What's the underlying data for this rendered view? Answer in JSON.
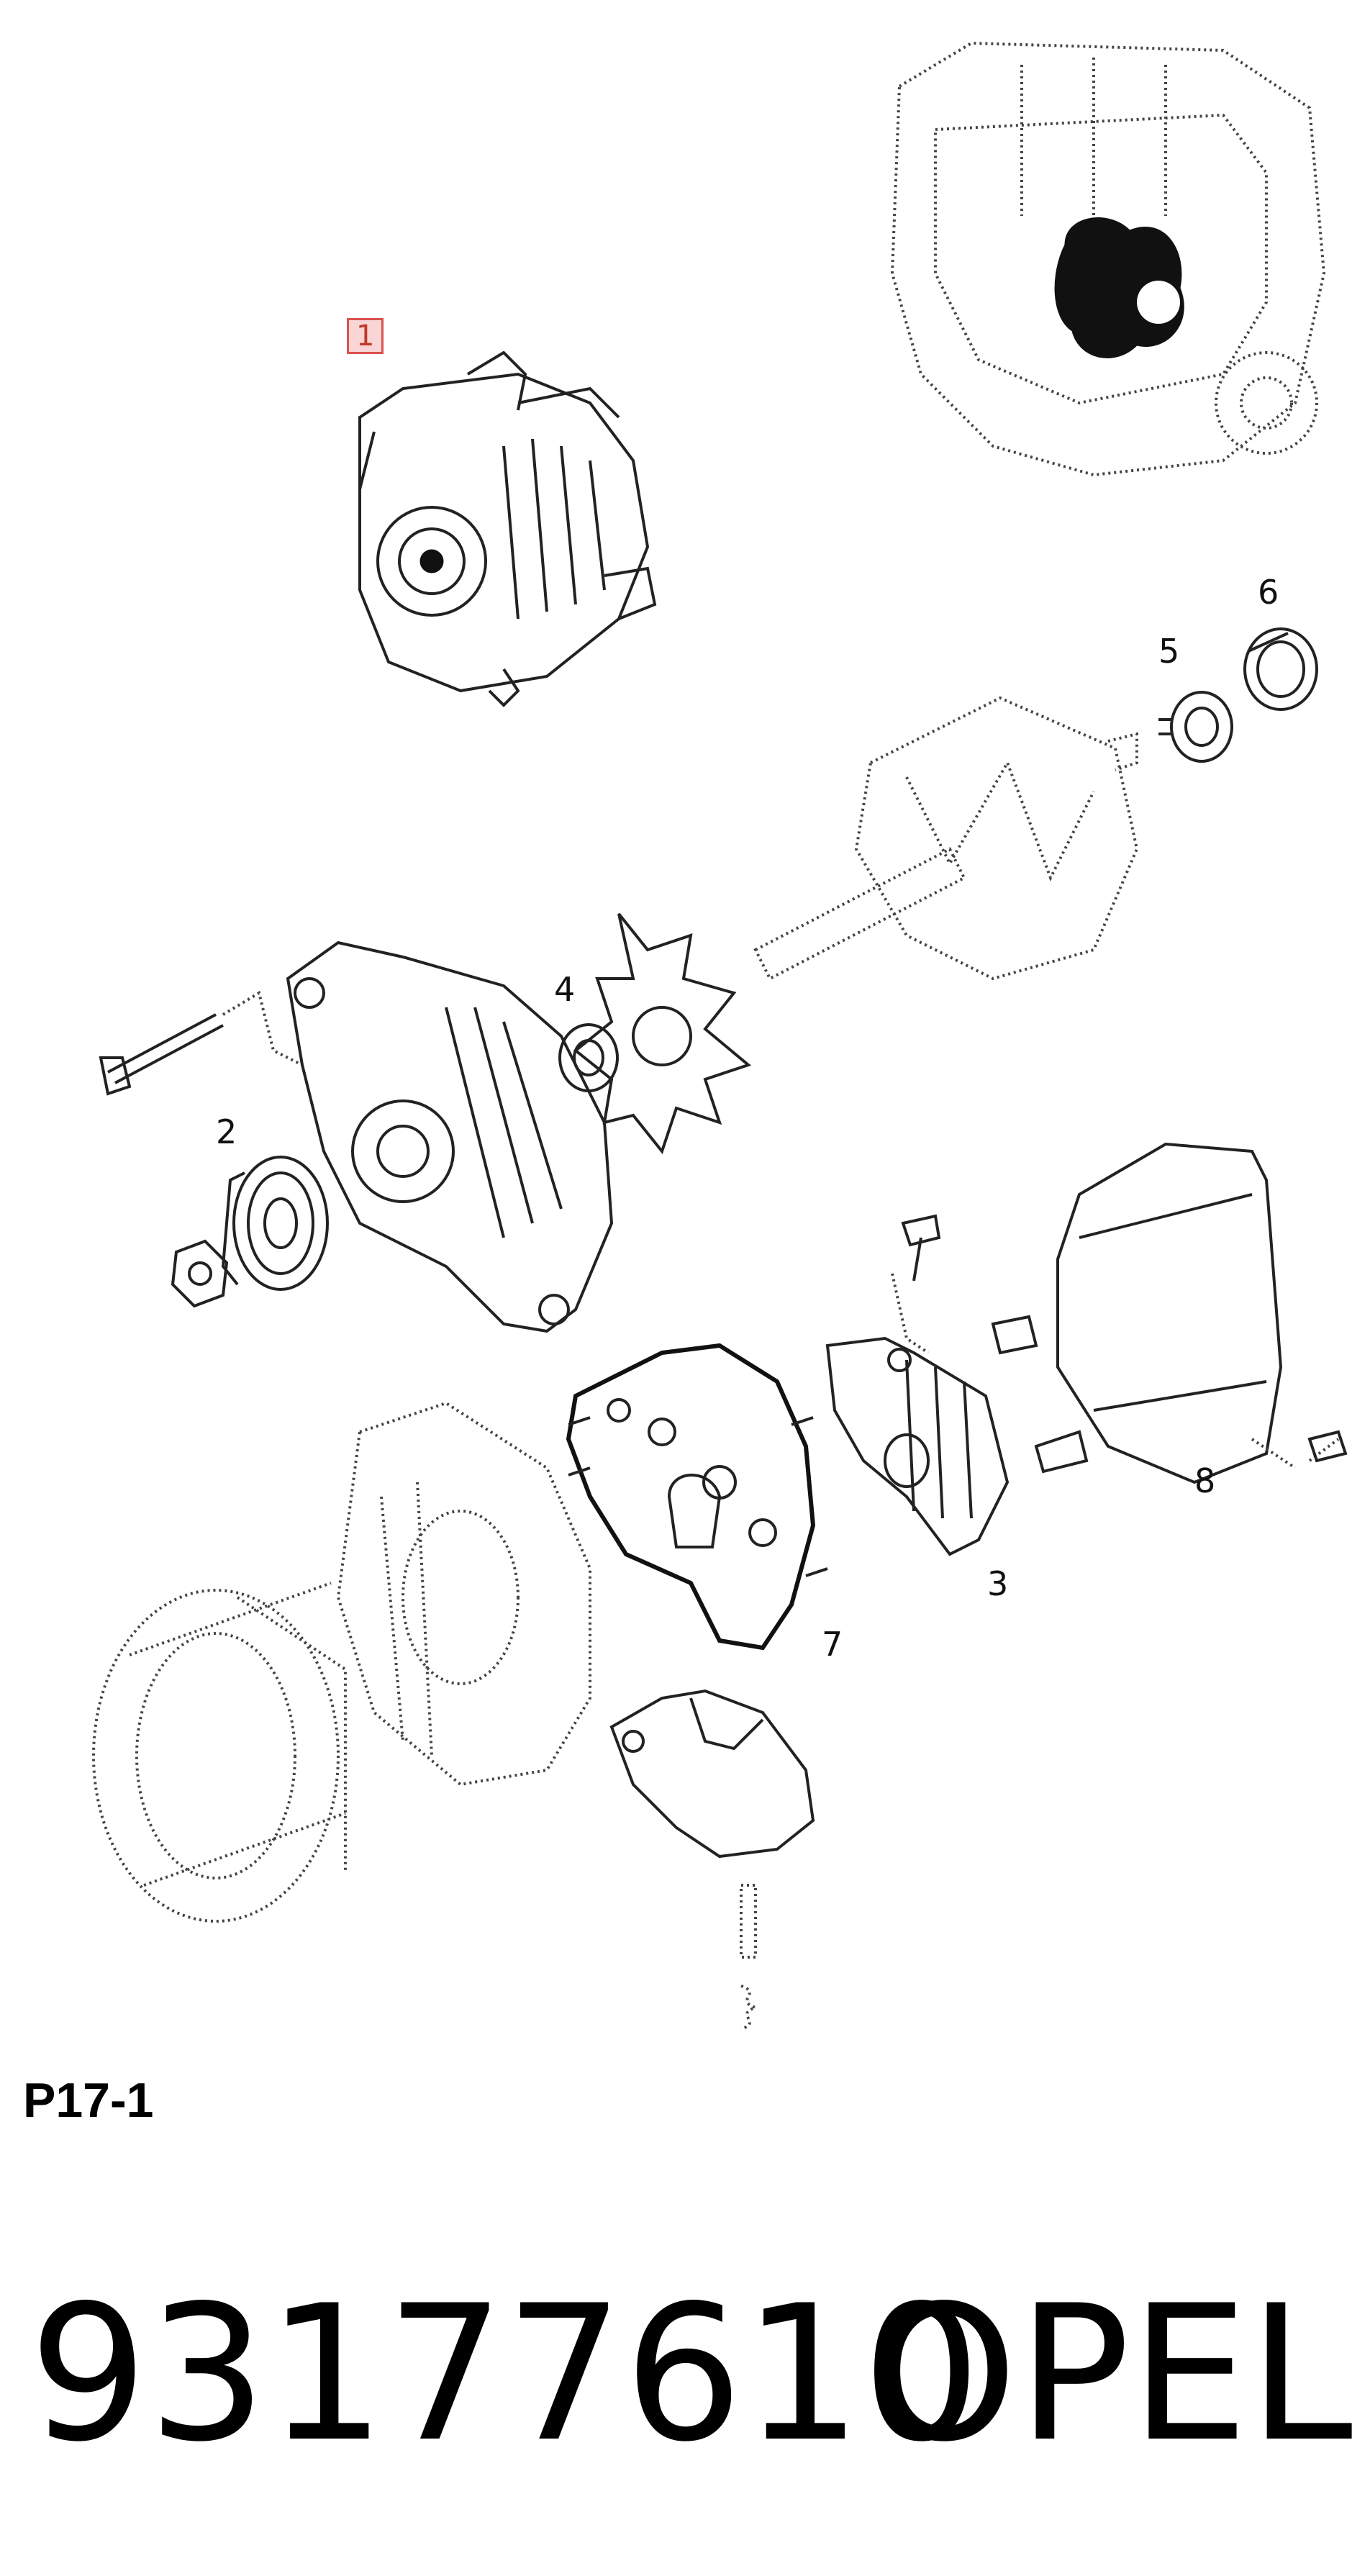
{
  "diagram": {
    "callouts": [
      {
        "id": "1",
        "highlighted": true
      },
      {
        "id": "2"
      },
      {
        "id": "3"
      },
      {
        "id": "4"
      },
      {
        "id": "5"
      },
      {
        "id": "6"
      },
      {
        "id": "7"
      },
      {
        "id": "8"
      }
    ],
    "highlight_color": "#d9534f"
  },
  "page_ref": "P17-1",
  "footer": {
    "part_number": "93177610",
    "brand": "OPEL"
  }
}
